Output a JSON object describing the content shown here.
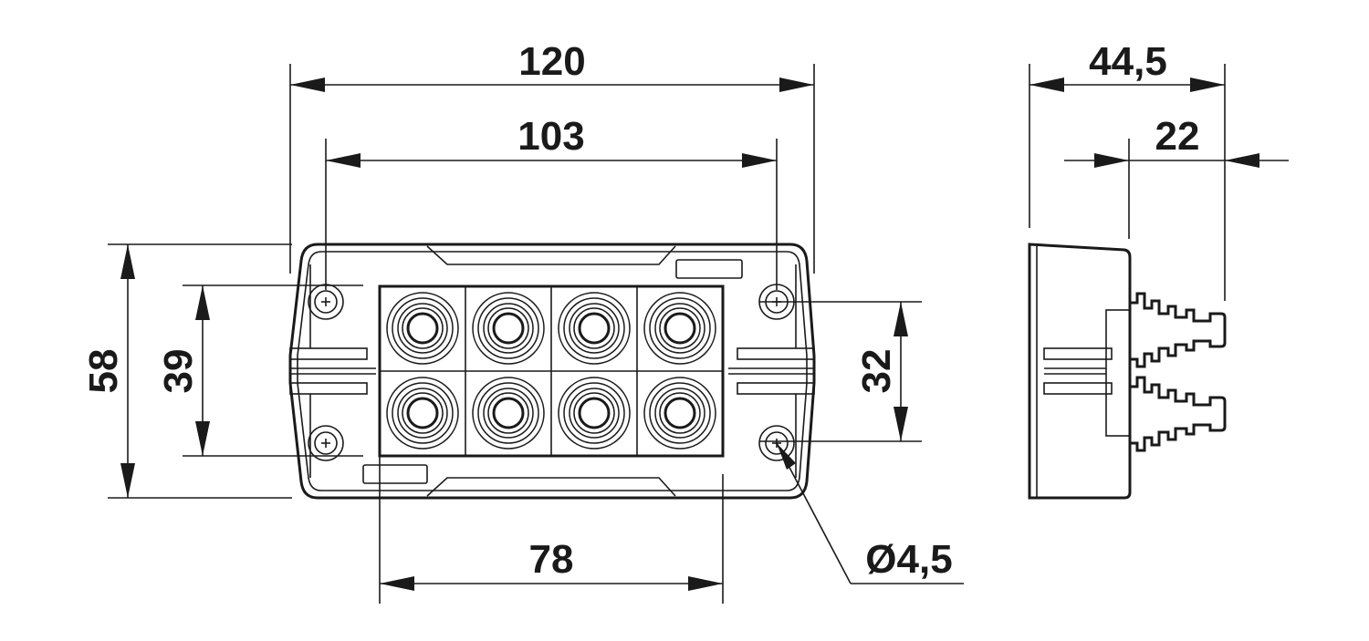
{
  "diagram": {
    "dimensions": {
      "overall_width": "120",
      "hole_spacing_width": "103",
      "depth": "44,5",
      "cable_depth": "22",
      "overall_height": "58",
      "hole_spacing_height": "39",
      "insert_height": "32",
      "insert_width": "78",
      "hole_diameter": "Ø4,5"
    },
    "colors": {
      "line": "#1a1a1a",
      "background": "#ffffff"
    }
  }
}
